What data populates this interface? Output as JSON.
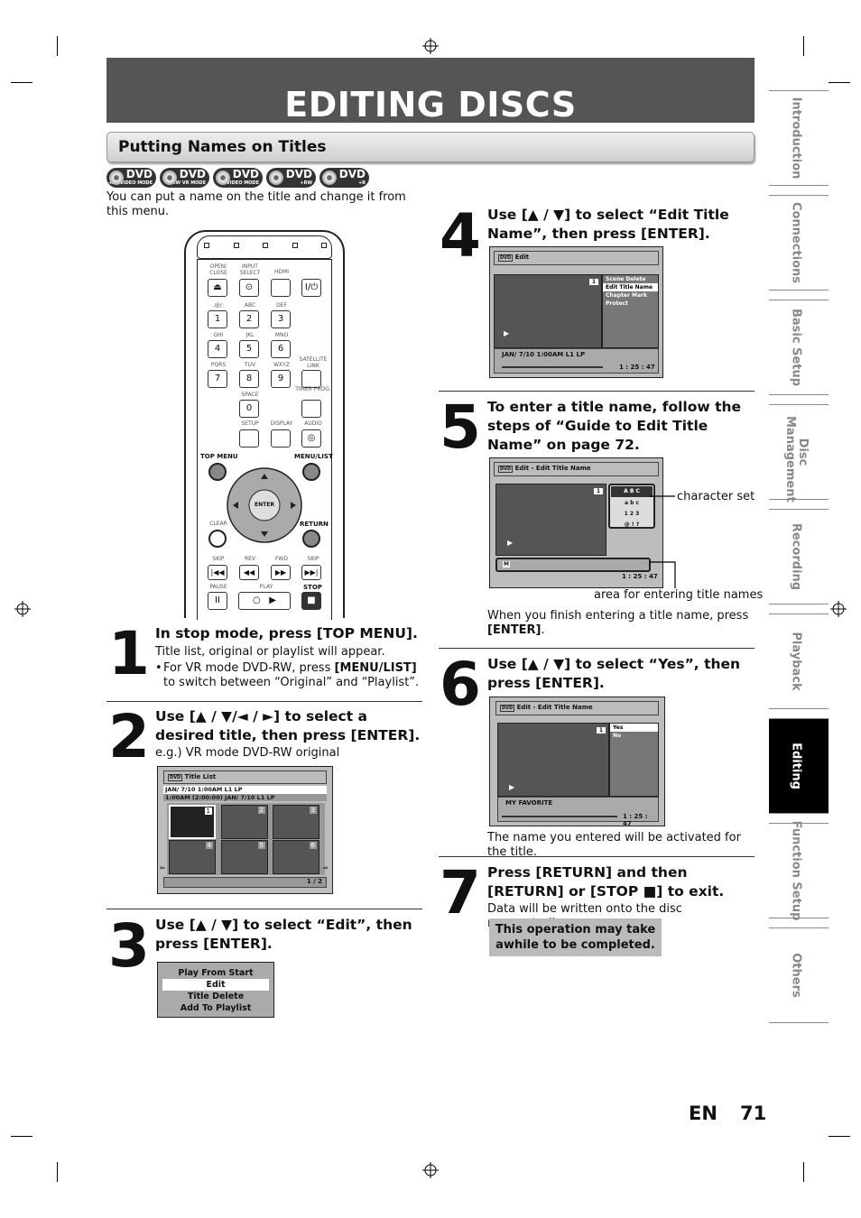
{
  "page": {
    "title": "EDITING DISCS",
    "section": "Putting Names on Titles",
    "intro": "You can put a name on the title and change it from this menu.",
    "lang": "EN",
    "page_number": "71",
    "disc_logos": [
      {
        "word": "DVD",
        "sub": "-RW",
        "mode": "VIDEO MODE"
      },
      {
        "word": "DVD",
        "sub": "-RW",
        "mode": "VR MODE"
      },
      {
        "word": "DVD",
        "sub": "-R",
        "mode": "VIDEO MODE"
      },
      {
        "word": "DVD",
        "sub": "+RW",
        "mode": ""
      },
      {
        "word": "DVD",
        "sub": "+R",
        "mode": ""
      }
    ]
  },
  "tabs": [
    "Introduction",
    "Connections",
    "Basic Setup",
    "Disc Management",
    "Recording",
    "Playback",
    "Editing",
    "Function Setup",
    "Others"
  ],
  "remote": {
    "labels": {
      "open_close": "OPEN/ CLOSE",
      "input_select": "INPUT SELECT",
      "hdmi": "HDMI",
      "k1": ".@/:",
      "k2": "ABC",
      "k3": "DEF",
      "k4": "GHI",
      "k5": "JKL",
      "k6": "MNO",
      "k7": "PQRS",
      "k8": "TUV",
      "k9": "WXYZ",
      "satellite": "SATELLITE LINK",
      "space": "SPACE",
      "timer": "TIMER PROG.",
      "setup": "SETUP",
      "display": "DISPLAY",
      "audio": "AUDIO",
      "top_menu": "TOP MENU",
      "menu_list": "MENU/LIST",
      "enter": "ENTER",
      "clear": "CLEAR",
      "return": "RETURN",
      "skip_l": "SKIP",
      "rev": "REV",
      "fwd": "FWD",
      "skip_r": "SKIP",
      "pause": "PAUSE",
      "play": "PLAY",
      "stop": "STOP"
    },
    "numbers": [
      "1",
      "2",
      "3",
      "4",
      "5",
      "6",
      "7",
      "8",
      "9",
      "0"
    ]
  },
  "steps": {
    "s1": {
      "num": "1",
      "head": "In stop mode, press [TOP MENU].",
      "body": "Title list, original or playlist will appear.",
      "bullet_a": "For VR mode DVD-RW, press ",
      "bullet_b": "[MENU/LIST]",
      "bullet_c": " to switch between “Original” and “Playlist”."
    },
    "s2": {
      "num": "2",
      "head": "Use [▲ / ▼/◄ / ►] to select a desired title, then press [ENTER].",
      "body": "e.g.) VR mode DVD-RW original"
    },
    "s3": {
      "num": "3",
      "head": "Use [▲ / ▼] to select “Edit”, then press [ENTER]."
    },
    "s4": {
      "num": "4",
      "head": "Use [▲ / ▼] to select “Edit Title Name”, then press [ENTER]."
    },
    "s5": {
      "num": "5",
      "head": "To enter a title name, follow the steps of “Guide to Edit Title Name” on page 72.",
      "label_charset": "character set",
      "label_area": "area for entering title names",
      "body_a": "When you finish entering a title name, press ",
      "body_b": "[ENTER]",
      "body_c": "."
    },
    "s6": {
      "num": "6",
      "head": "Use [▲ / ▼] to select “Yes”, then press [ENTER].",
      "body": "The name you entered will be activated for the title."
    },
    "s7": {
      "num": "7",
      "head": "Press [RETURN] and then [RETURN] or [STOP ■] to exit.",
      "body": "Data will be written onto the disc momentarily.",
      "note": "This operation may take awhile to be completed."
    }
  },
  "screens": {
    "title_list": {
      "header": "Title List",
      "row1": "JAN/ 7/10 1:00AM  L1   LP",
      "row2": "1:00AM (2:00:00)       JAN/ 7/10          L1    LP",
      "thumbs": [
        "1",
        "2",
        "3",
        "4",
        "5",
        "6"
      ],
      "page": "1 / 2"
    },
    "popup": {
      "items": [
        "Play From Start",
        "Edit",
        "Title Delete",
        "Add To Playlist"
      ],
      "selected": 1
    },
    "edit": {
      "header": "Edit",
      "title_no": "1",
      "menu": [
        "Scene Delete",
        "Edit Title Name",
        "Chapter Mark",
        "Protect"
      ],
      "selected": 1,
      "info": "JAN/ 7/10 1:00AM L1    LP",
      "time": "1 : 25 : 47"
    },
    "edit_name": {
      "header": "Edit - Edit Title Name",
      "title_no": "1",
      "charset": [
        "A  B  C",
        "a   b   c",
        "1   2   3",
        "@  !   ?"
      ],
      "entry": "M",
      "time": "1 : 25 : 47"
    },
    "confirm": {
      "header": "Edit - Edit Title Name",
      "title_no": "1",
      "menu": [
        "Yes",
        "No"
      ],
      "selected": 0,
      "name": "MY FAVORITE",
      "time": "1 : 25 : 47"
    }
  }
}
